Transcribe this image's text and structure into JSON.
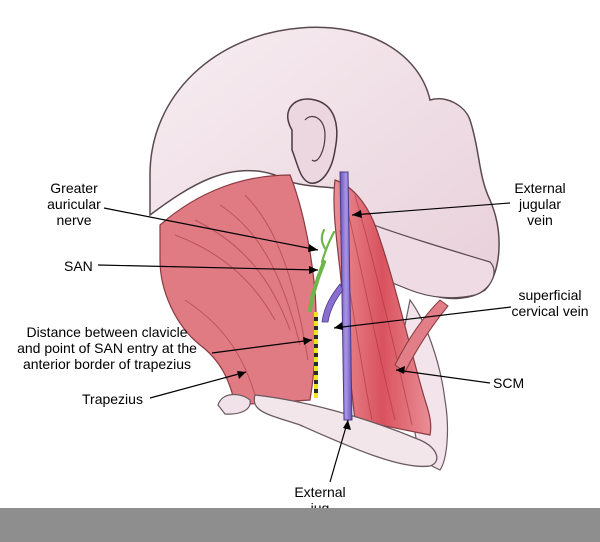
{
  "labels": {
    "greater_auricular_nerve": [
      "Greater",
      "auricular",
      "nerve"
    ],
    "san": "SAN",
    "distance": [
      "Distance between clavicle",
      "and point of SAN entry at the",
      "anterior border of trapezius"
    ],
    "trapezius": "Trapezius",
    "external_jugular_vein_top": [
      "External",
      "jugular",
      "vein"
    ],
    "superficial_cervical_vein": [
      "superficial",
      "cervical vein"
    ],
    "scm": "SCM",
    "external_jugular_bottom": [
      "External",
      "jug"
    ]
  },
  "colors": {
    "skin": "#f3e3ea",
    "skin_shade": "#c9a9b6",
    "muscle": "#d85c66",
    "muscle_light": "#ee9ea5",
    "vein": "#8a6fd0",
    "nerve": "#6fb64a",
    "marker": "#f2e21c",
    "footer": "#8e8e8e"
  }
}
